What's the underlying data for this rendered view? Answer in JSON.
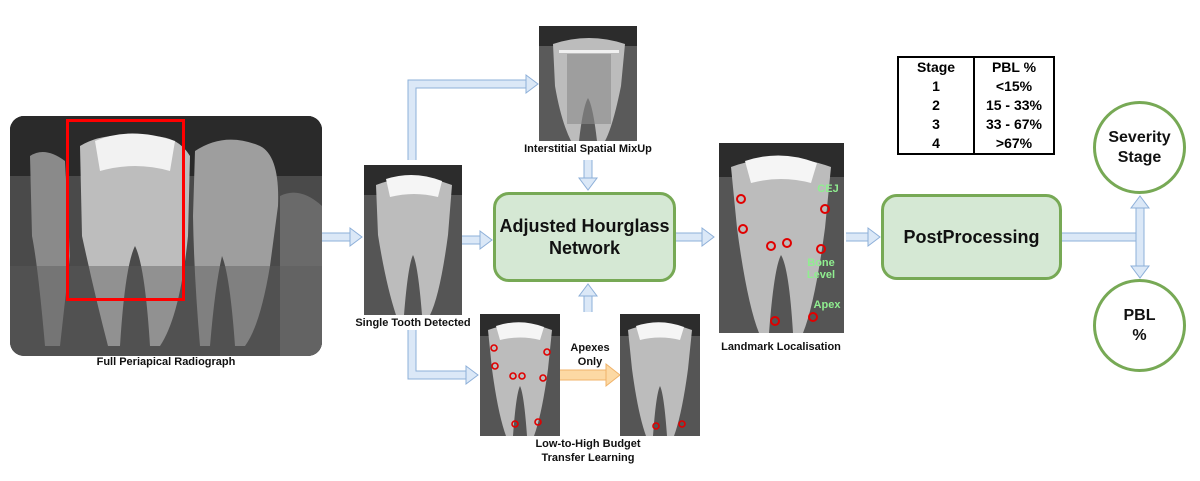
{
  "captions": {
    "full_radiograph": "Full Periapical Radiograph",
    "single_tooth": "Single Tooth Detected",
    "mixup": "Interstitial Spatial MixUp",
    "transfer_line1": "Low-to-High Budget",
    "transfer_line2": "Transfer Learning",
    "landmark": "Landmark Localisation",
    "apexes_line1": "Apexes",
    "apexes_line2": "Only"
  },
  "boxes": {
    "network_line1": "Adjusted Hourglass",
    "network_line2": "Network",
    "postprocessing": "PostProcessing"
  },
  "outputs": {
    "severity_line1": "Severity",
    "severity_line2": "Stage",
    "pbl_line1": "PBL",
    "pbl_line2": "%"
  },
  "landmark_labels": {
    "cej": "CEJ",
    "bone_line1": "Bone",
    "bone_line2": "Level",
    "apex": "Apex"
  },
  "stage_table": {
    "headers": [
      "Stage",
      "PBL %"
    ],
    "rows": [
      [
        "1",
        "<15%"
      ],
      [
        "2",
        "15 - 33%"
      ],
      [
        "3",
        "33 - 67%"
      ],
      [
        "4",
        ">67%"
      ]
    ]
  },
  "colors": {
    "box_fill": "#d5e8d4",
    "box_border": "#77a955",
    "arrow_blue": "#dbe8f7",
    "arrow_orange": "#fcd9a4",
    "crop_red": "#ff0000",
    "landmark_red": "#e00000",
    "label_green": "#90ee90"
  }
}
